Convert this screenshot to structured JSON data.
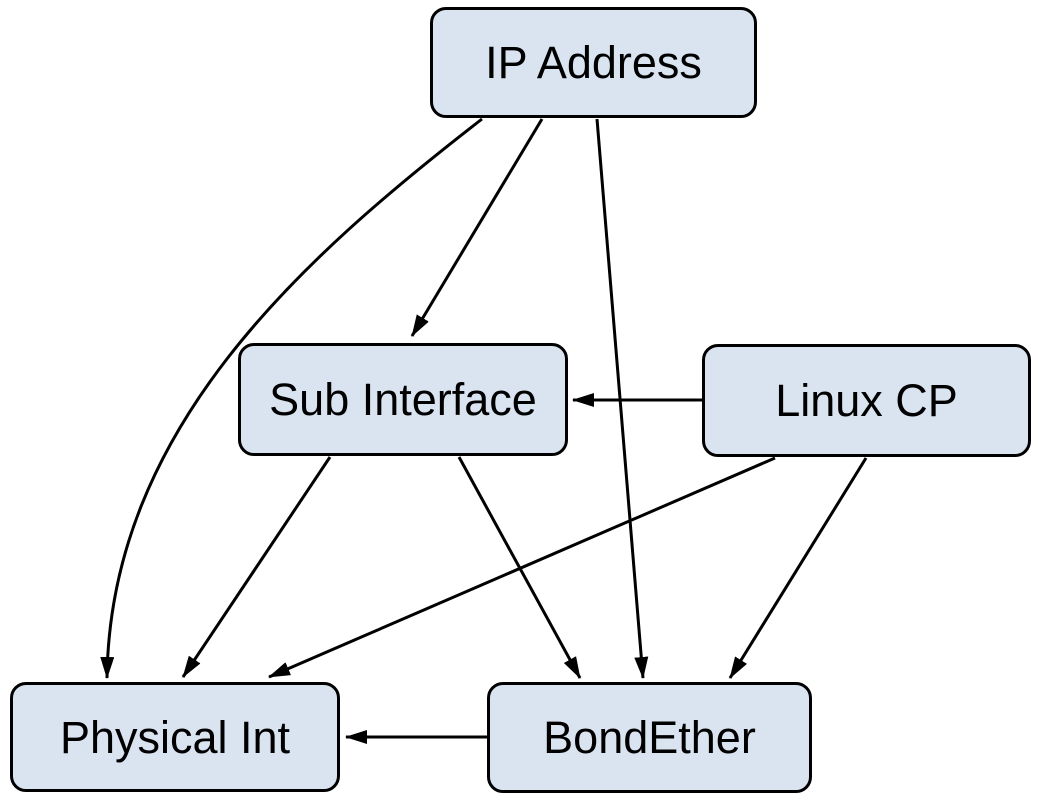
{
  "colors": {
    "background": "#ffffff",
    "node_fill": "#dae4f1",
    "node_border": "#000000",
    "edge_color": "#000000",
    "label_color": "#000000"
  },
  "nodes": {
    "ip_address": {
      "label": "IP Address"
    },
    "sub_interface": {
      "label": "Sub Interface"
    },
    "linux_cp": {
      "label": "Linux CP"
    },
    "physical_int": {
      "label": "Physical Int"
    },
    "bond_ether": {
      "label": "BondEther"
    }
  },
  "edges": [
    {
      "from": "IP Address",
      "to": "Sub Interface"
    },
    {
      "from": "IP Address",
      "to": "BondEther"
    },
    {
      "from": "IP Address",
      "to": "Physical Int"
    },
    {
      "from": "Linux CP",
      "to": "Sub Interface"
    },
    {
      "from": "Linux CP",
      "to": "Physical Int"
    },
    {
      "from": "Linux CP",
      "to": "BondEther"
    },
    {
      "from": "Sub Interface",
      "to": "Physical Int"
    },
    {
      "from": "Sub Interface",
      "to": "BondEther"
    },
    {
      "from": "BondEther",
      "to": "Physical Int"
    }
  ]
}
